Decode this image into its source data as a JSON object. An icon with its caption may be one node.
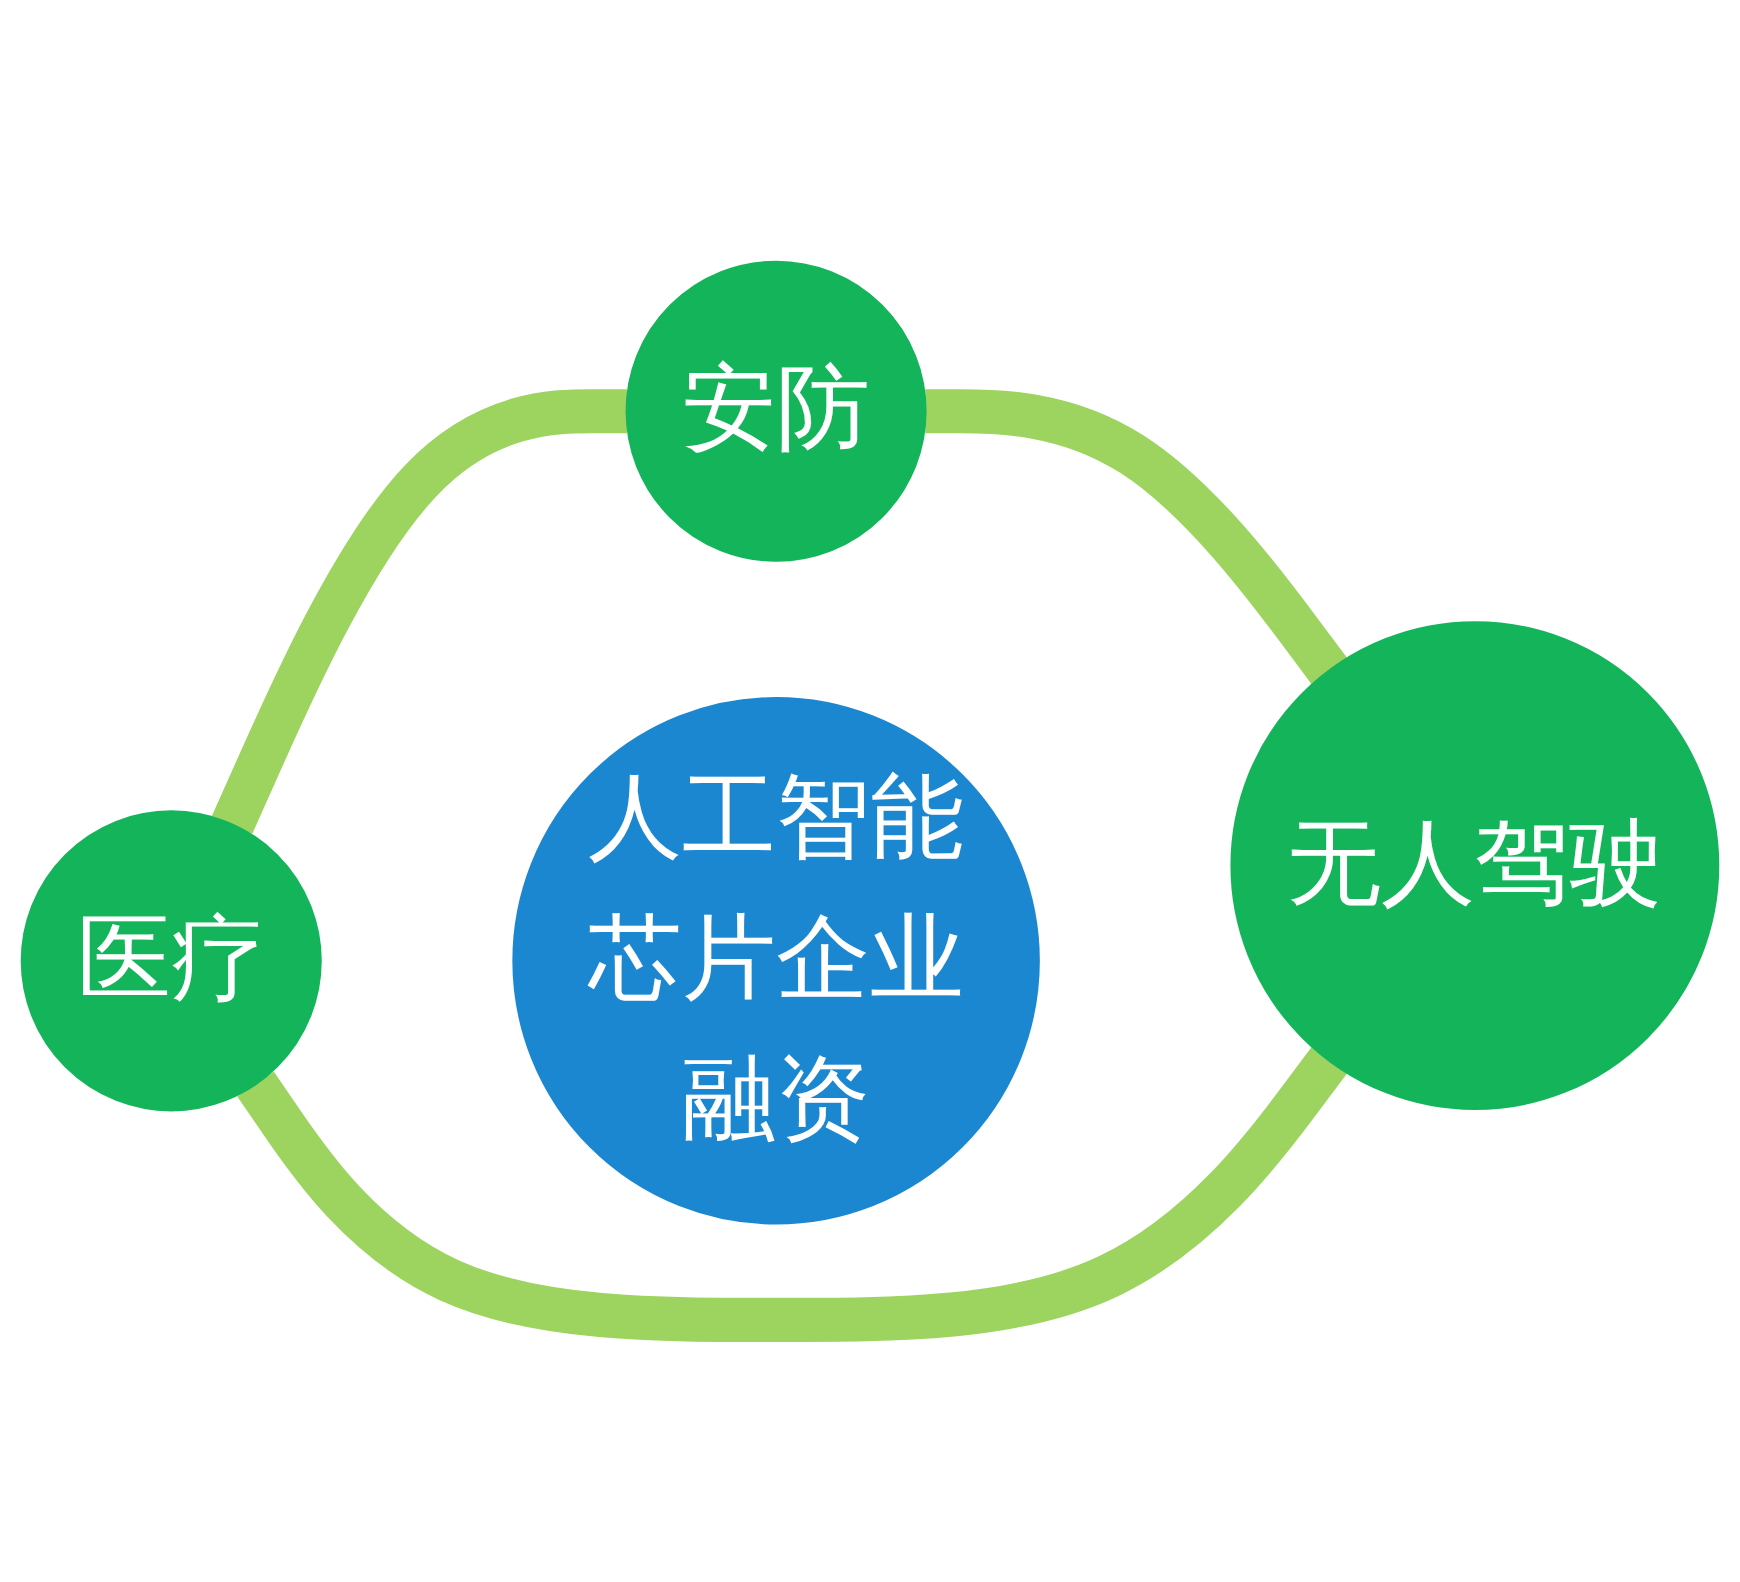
{
  "diagram": {
    "nodes": [
      {
        "text": [
          "安防"
        ]
      },
      {
        "text": [
          "人工智能芯片企业融资"
        ]
      },
      {
        "text": [
          "医疗"
        ]
      },
      {
        "text": [
          "无人驾驶"
        ]
      }
    ],
    "edges": [
      {
        "from": 2,
        "to": 0,
        "arrow": "none"
      },
      {
        "from": 0,
        "to": 3,
        "arrow": "none"
      },
      {
        "from": 2,
        "to": 3,
        "arrow": "none"
      }
    ]
  }
}
